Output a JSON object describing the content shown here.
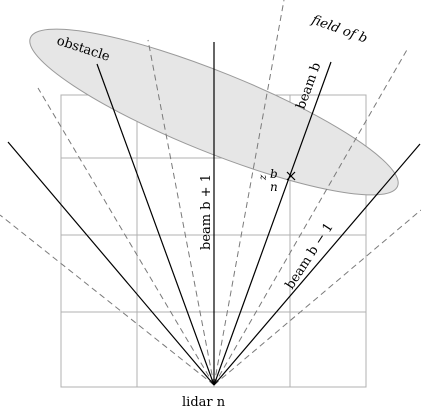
{
  "labels": {
    "obstacle": "obstacle",
    "field": "field of b",
    "beam_b": "beam b",
    "beam_b_plus_1": "beam b + 1",
    "beam_b_minus_1": "beam b − 1",
    "point_superscript": "b",
    "point_base": "z",
    "point_subscript": "n",
    "lidar": "lidar n"
  },
  "grid": {
    "columns": 4,
    "rows": 4
  },
  "colors": {
    "grid_line": "#b0b0b0",
    "obstacle_fill": "#e6e6e6",
    "obstacle_stroke": "#9a9a9a",
    "beam_solid": "#000000",
    "beam_dashed": "#7a7a7a",
    "text": "#000000"
  }
}
